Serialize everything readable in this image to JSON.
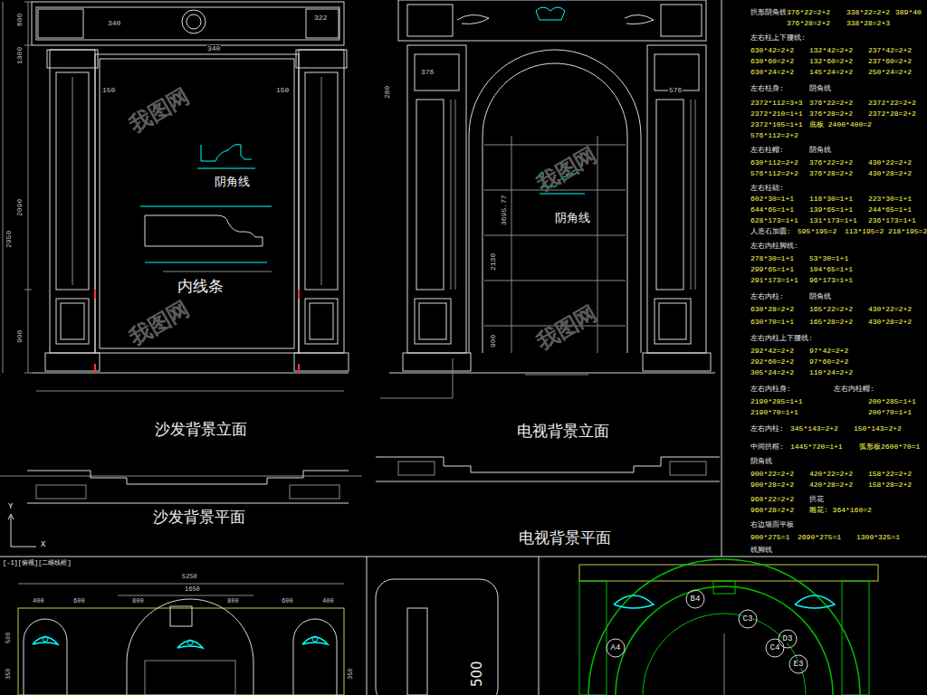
{
  "diagram": {
    "labels": [
      "沙发背景立面",
      "电视背景立面",
      "沙发背景平面",
      "电视背景平面",
      "内线条",
      "阴角线",
      "阴角线",
      "600",
      "1300",
      "2090",
      "2950",
      "900",
      "340",
      "340",
      "322",
      "150",
      "150",
      "376",
      "576",
      "280",
      "2130",
      "3695.77",
      "900",
      "[-1][俯视][二维线框]",
      "5250",
      "1650",
      "400",
      "600",
      "800",
      "800",
      "600",
      "400",
      "500",
      "500",
      "350",
      "350",
      "Y",
      "X",
      "B4",
      "A4",
      "C4",
      "C3",
      "D3",
      "E3",
      "我图网",
      "我图网",
      "我图网",
      "我图网",
      "拱形阴角线",
      "376*22=2+2",
      "338*22=2+2",
      "389*40",
      "376*28=2+2",
      "338*28=2+3",
      "左右柱上下腰线:",
      "630*42=2+2",
      "132*42=2+2",
      "237*42=2+2",
      "630*60=2+2",
      "132*60=2+2",
      "237*60=2+2",
      "630*24=2+2",
      "145*24=2+2",
      "250*24=2+2",
      "左右柱身:",
      "阴角线",
      "2372*112=3+3",
      "376*22=2+2",
      "2372*22=2+2",
      "2372*210=1+1",
      "376*28=2+2",
      "2372*28=2+2",
      "2372*105=1+1",
      "底板 2400*400=2",
      "576*112=2+2",
      "左右柱帽:",
      "阴角线",
      "630*112=2+2",
      "376*22=2+2",
      "430*22=2+2",
      "576*112=2+2",
      "376*28=2+2",
      "430*28=2+2",
      "左右柱础:",
      "602*30=1+1",
      "118*30=1+1",
      "223*30=1+1",
      "644*65=1+1",
      "139*65=1+1",
      "244*65=1+1",
      "628*173=1+1",
      "131*173=1+1",
      "236*173=1+1",
      "人造石加圆:",
      "595*195=2",
      "113*195=2",
      "218*195=2",
      "左右内柱脚线:",
      "278*30=1+1",
      "53*30=1+1",
      "299*65=1+1",
      "104*65=1+1",
      "291*173=1+1",
      "96*173=1+1",
      "左右内柱:",
      "阴角线",
      "630*28=2+2",
      "165*22=2+2",
      "430*22=2+2",
      "630*70=1+1",
      "165*28=2+2",
      "430*28=2+2",
      "左右内柱上下腰线:",
      "292*42=2+2",
      "97*42=2+2",
      "292*60=2+2",
      "97*60=2+2",
      "305*24=2+2",
      "110*24=2+2",
      "左右内柱身:",
      "左右内柱帽:",
      "2190*285=1+1",
      "200*285=1+1",
      "2190*70=1+1",
      "200*70=1+1",
      "左右内柱:",
      "345*143=2+2",
      "150*143=2+2",
      "中间拱框:",
      "1445*720=1+1",
      "弧形板2600*70=1",
      "阴角线",
      "900*22=2+2",
      "420*22=2+2",
      "158*22=2+2",
      "900*28=2+2",
      "420*28=2+2",
      "158*28=2+2",
      "960*22=2+2",
      "拱花",
      "960*28=2+2",
      "雕花: 364*160=2",
      "右边墙面平板",
      "900*275=1",
      "2690*275=1",
      "1300*325=1",
      "线脚线"
    ]
  }
}
